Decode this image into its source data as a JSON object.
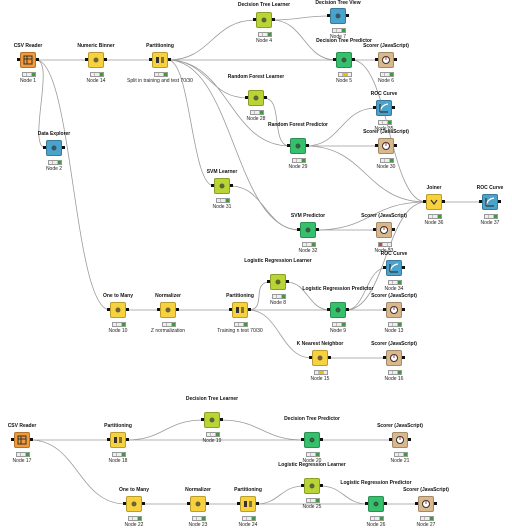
{
  "workflow": {
    "nodes": [
      {
        "id": "n1",
        "title": "CSV Reader",
        "label": "Node 1",
        "color": "orange",
        "status": "green",
        "icon": "file-table-icon"
      },
      {
        "id": "n14",
        "title": "Numeric Binner",
        "label": "Node 14",
        "color": "yellow",
        "status": "green",
        "icon": "binner-icon"
      },
      {
        "id": "np1",
        "title": "Partitioning",
        "label": "Split in training and test 70/30",
        "color": "yellow",
        "status": "green",
        "icon": "partition-icon"
      },
      {
        "id": "n4",
        "title": "Decision Tree Learner",
        "label": "Node 4",
        "color": "lime",
        "status": "green",
        "icon": "tree-learner-icon"
      },
      {
        "id": "n7",
        "title": "Decision Tree View",
        "label": "Node 7",
        "color": "blue",
        "status": "green",
        "icon": "tree-view-icon"
      },
      {
        "id": "n5",
        "title": "Decision Tree Predictor",
        "label": "Node 5",
        "color": "green",
        "status": "yellow",
        "icon": "tree-predictor-icon"
      },
      {
        "id": "n6",
        "title": "Scorer (JavaScript)",
        "label": "Node 6",
        "color": "tan",
        "status": "green",
        "icon": "scorer-icon"
      },
      {
        "id": "n2",
        "title": "Data Explorer",
        "label": "Node 2",
        "color": "blue",
        "status": "green",
        "icon": "explorer-icon"
      },
      {
        "id": "n28",
        "title": "Random Forest Learner",
        "label": "Node 28",
        "color": "lime",
        "status": "green",
        "icon": "forest-learner-icon"
      },
      {
        "id": "n35",
        "title": "ROC Curve",
        "label": "Node 35",
        "color": "blue",
        "status": "green",
        "icon": "roc-icon"
      },
      {
        "id": "n29",
        "title": "Random Forest Predictor",
        "label": "Node 29",
        "color": "green",
        "status": "green",
        "icon": "forest-predictor-icon"
      },
      {
        "id": "n30",
        "title": "Scorer (JavaScript)",
        "label": "Node 30",
        "color": "tan",
        "status": "green",
        "icon": "scorer-icon"
      },
      {
        "id": "n31",
        "title": "SVM Learner",
        "label": "Node 31",
        "color": "lime",
        "status": "green",
        "icon": "svm-learner-icon"
      },
      {
        "id": "n32",
        "title": "SVM Predictor",
        "label": "Node 32",
        "color": "green",
        "status": "green",
        "icon": "svm-predictor-icon"
      },
      {
        "id": "n33",
        "title": "Scorer (JavaScript)",
        "label": "Node 33",
        "color": "tan",
        "status": "red",
        "icon": "scorer-icon"
      },
      {
        "id": "n36",
        "title": "Joiner",
        "label": "Node 36",
        "color": "yellow",
        "status": "green",
        "icon": "joiner-icon"
      },
      {
        "id": "n37",
        "title": "ROC Curve",
        "label": "Node 37",
        "color": "blue",
        "status": "green",
        "icon": "roc-icon"
      },
      {
        "id": "n10",
        "title": "One to Many",
        "label": "Node 10",
        "color": "yellow",
        "status": "green",
        "icon": "one-to-many-icon"
      },
      {
        "id": "nz",
        "title": "Normalizer",
        "label": "Z normalization",
        "color": "yellow",
        "status": "green",
        "icon": "normalizer-icon"
      },
      {
        "id": "np2",
        "title": "Partitioning",
        "label": "Training n test 70/30",
        "color": "yellow",
        "status": "green",
        "icon": "partition-icon"
      },
      {
        "id": "n8",
        "title": "Logistic Regression Learner",
        "label": "Node 8",
        "color": "lime",
        "status": "green",
        "icon": "logreg-learner-icon"
      },
      {
        "id": "n34",
        "title": "ROC Curve",
        "label": "Node 34",
        "color": "blue",
        "status": "green",
        "icon": "roc-icon"
      },
      {
        "id": "n9",
        "title": "Logistic Regression Predictor",
        "label": "Node 9",
        "color": "green",
        "status": "green",
        "icon": "logreg-predictor-icon"
      },
      {
        "id": "n13",
        "title": "Scorer (JavaScript)",
        "label": "Node 13",
        "color": "tan",
        "status": "green",
        "icon": "scorer-icon"
      },
      {
        "id": "n15",
        "title": "K Nearest Neighbor",
        "label": "Node 15",
        "color": "yellow",
        "status": "yellow",
        "icon": "knn-icon"
      },
      {
        "id": "n16",
        "title": "Scorer (JavaScript)",
        "label": "Node 16",
        "color": "tan",
        "status": "green",
        "icon": "scorer-icon"
      },
      {
        "id": "n17",
        "title": "CSV Reader",
        "label": "Node 17",
        "color": "orange",
        "status": "green",
        "icon": "file-table-icon"
      },
      {
        "id": "n18",
        "title": "Partitioning",
        "label": "Node 18",
        "color": "yellow",
        "status": "green",
        "icon": "partition-icon"
      },
      {
        "id": "n19",
        "title": "Decision Tree Learner",
        "label": "Node 19",
        "color": "lime",
        "status": "green",
        "icon": "tree-learner-icon"
      },
      {
        "id": "n20",
        "title": "Decision Tree Predictor",
        "label": "Node 20",
        "color": "green",
        "status": "green",
        "icon": "tree-predictor-icon"
      },
      {
        "id": "n21",
        "title": "Scorer (JavaScript)",
        "label": "Node 21",
        "color": "tan",
        "status": "green",
        "icon": "scorer-icon"
      },
      {
        "id": "n22",
        "title": "One to Many",
        "label": "Node 22",
        "color": "yellow",
        "status": "green",
        "icon": "one-to-many-icon"
      },
      {
        "id": "n23",
        "title": "Normalizer",
        "label": "Node 23",
        "color": "yellow",
        "status": "green",
        "icon": "normalizer-icon"
      },
      {
        "id": "n24",
        "title": "Partitioning",
        "label": "Node 24",
        "color": "yellow",
        "status": "green",
        "icon": "partition-icon"
      },
      {
        "id": "n25",
        "title": "Logistic Regression Learner",
        "label": "Node 25",
        "color": "lime",
        "status": "green",
        "icon": "logreg-learner-icon"
      },
      {
        "id": "n26",
        "title": "Logistic Regression Predictor",
        "label": "Node 26",
        "color": "green",
        "status": "green",
        "icon": "logreg-predictor-icon"
      },
      {
        "id": "n27",
        "title": "Scorer (JavaScript)",
        "label": "Node 27",
        "color": "tan",
        "status": "green",
        "icon": "scorer-icon"
      }
    ],
    "colors": {
      "orange": "#f19a38",
      "yellow": "#f7d23e",
      "lime": "#b8d535",
      "green": "#36c06c",
      "blue": "#4aa3cc",
      "tan": "#d8b88c",
      "edge": "#9a9a9a"
    }
  }
}
